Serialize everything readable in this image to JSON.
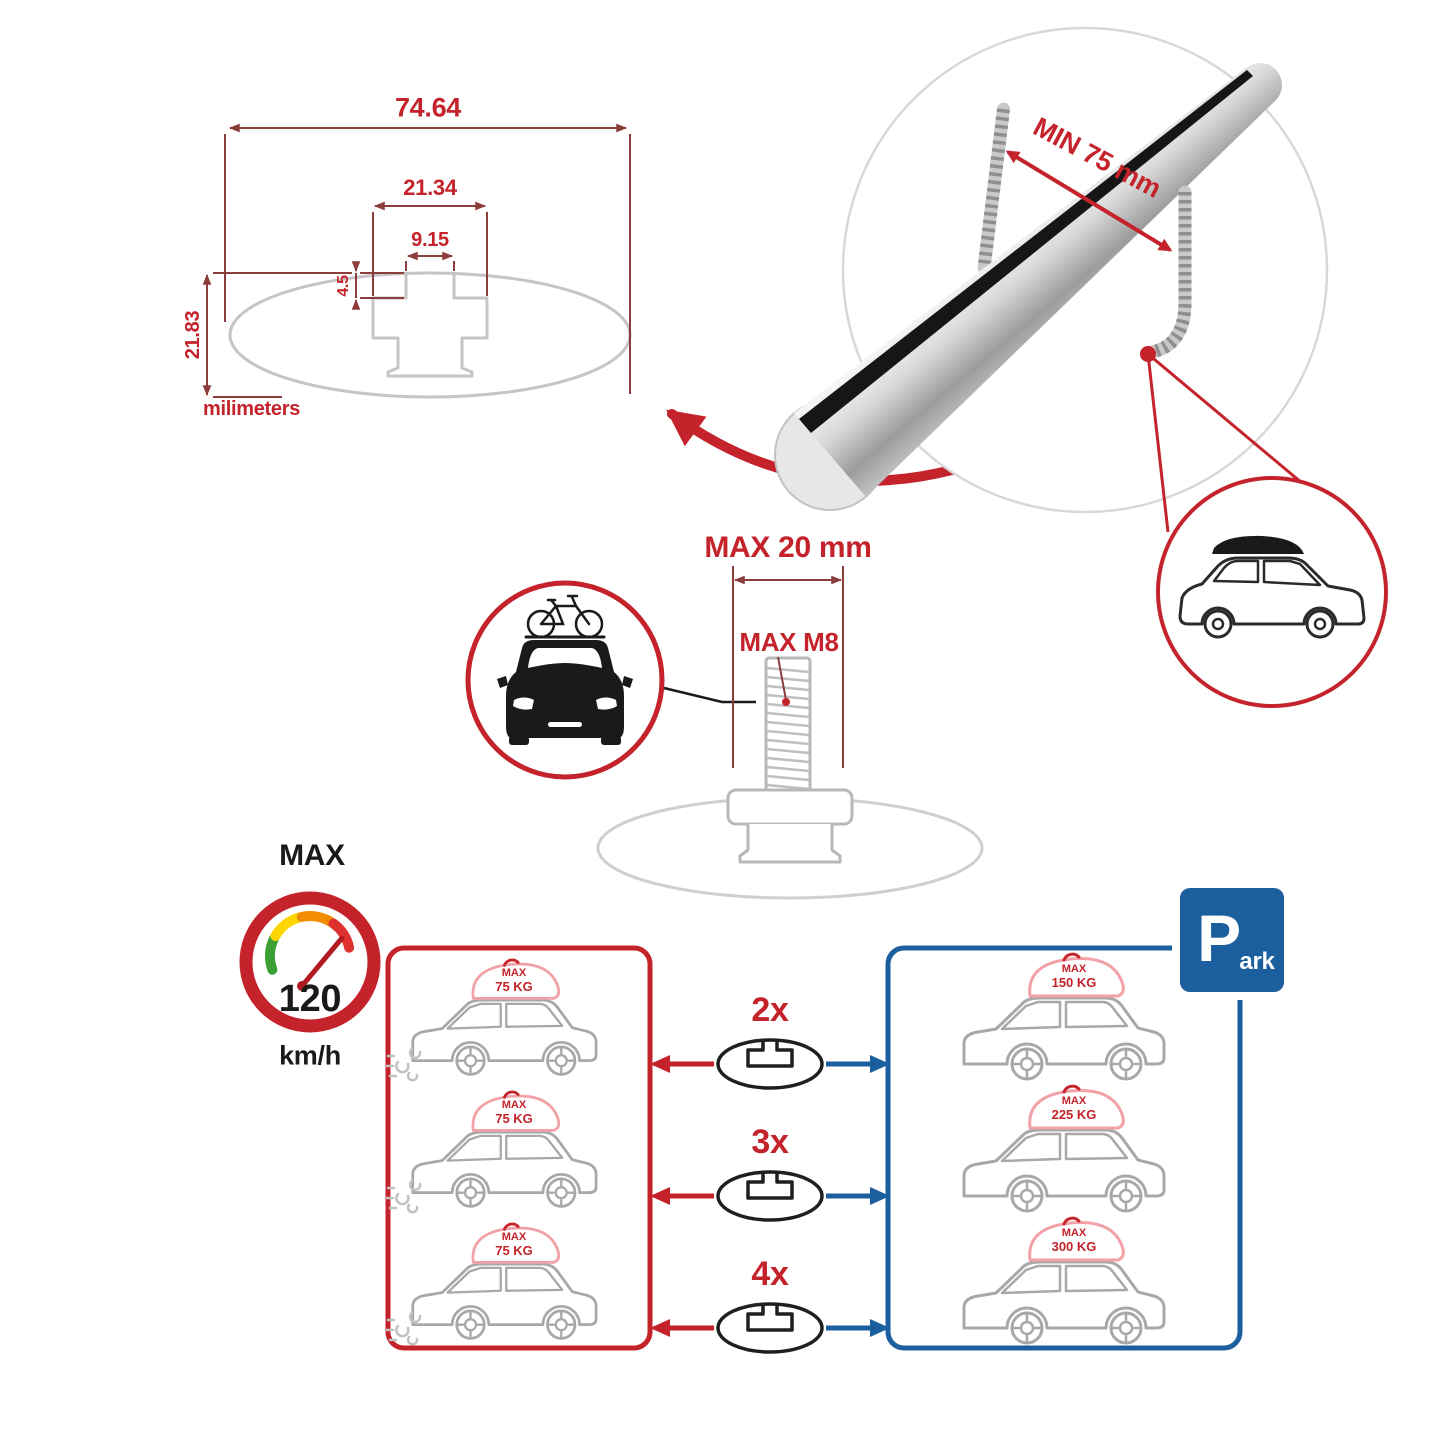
{
  "colors": {
    "accent_red": "#c4232b",
    "accent_blue": "#1c5f9e",
    "dimension_line": "#8d3c3c",
    "car_outline_gray": "#a8a8a8"
  },
  "cross_section": {
    "total_width": "74.64",
    "channel_width": "21.34",
    "slot_width": "9.15",
    "slot_depth": "4.5",
    "total_height": "21.83",
    "units_label": "milimeters"
  },
  "bar_detail": {
    "min_distance_label": "MIN 75 mm"
  },
  "bolt_detail": {
    "max_length_label": "MAX 20 mm",
    "max_thread_label": "MAX M8"
  },
  "speed_limit": {
    "heading": "MAX",
    "value": "120",
    "unit": "km/h"
  },
  "capacity": {
    "park_sign": {
      "letter": "P",
      "suffix": "ark"
    },
    "multipliers": [
      "2x",
      "3x",
      "4x"
    ],
    "driving_cars": [
      {
        "line1": "MAX",
        "line2": "75 KG"
      },
      {
        "line1": "MAX",
        "line2": "75 KG"
      },
      {
        "line1": "MAX",
        "line2": "75 KG"
      }
    ],
    "parked_cars": [
      {
        "line1": "MAX",
        "line2": "150 KG"
      },
      {
        "line1": "MAX",
        "line2": "225 KG"
      },
      {
        "line1": "MAX",
        "line2": "300 KG"
      }
    ]
  }
}
